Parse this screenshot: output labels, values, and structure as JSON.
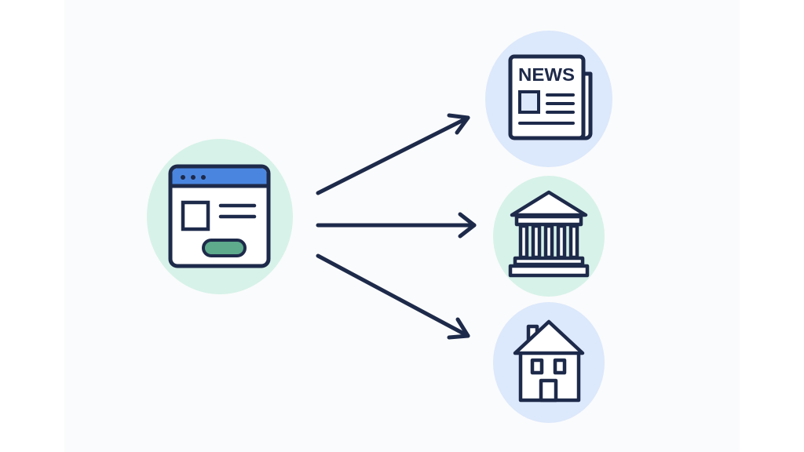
{
  "colors": {
    "background": "#fafbfc",
    "stroke": "#1e2a4a",
    "mint_circle": "#d7f2e9",
    "blue_circle": "#dce8fb",
    "titlebar_blue": "#4a86e0",
    "pill_green": "#5daa8c",
    "white": "#ffffff"
  },
  "nodes": {
    "source": {
      "icon": "webpage-icon",
      "circle": "mint"
    },
    "targets": [
      {
        "icon": "newspaper-icon",
        "circle": "blue",
        "text": "NEWS"
      },
      {
        "icon": "government-building-icon",
        "circle": "mint"
      },
      {
        "icon": "house-icon",
        "circle": "blue"
      }
    ]
  },
  "arrows": [
    {
      "from": "source",
      "to": "newspaper-icon"
    },
    {
      "from": "source",
      "to": "government-building-icon"
    },
    {
      "from": "source",
      "to": "house-icon"
    }
  ]
}
